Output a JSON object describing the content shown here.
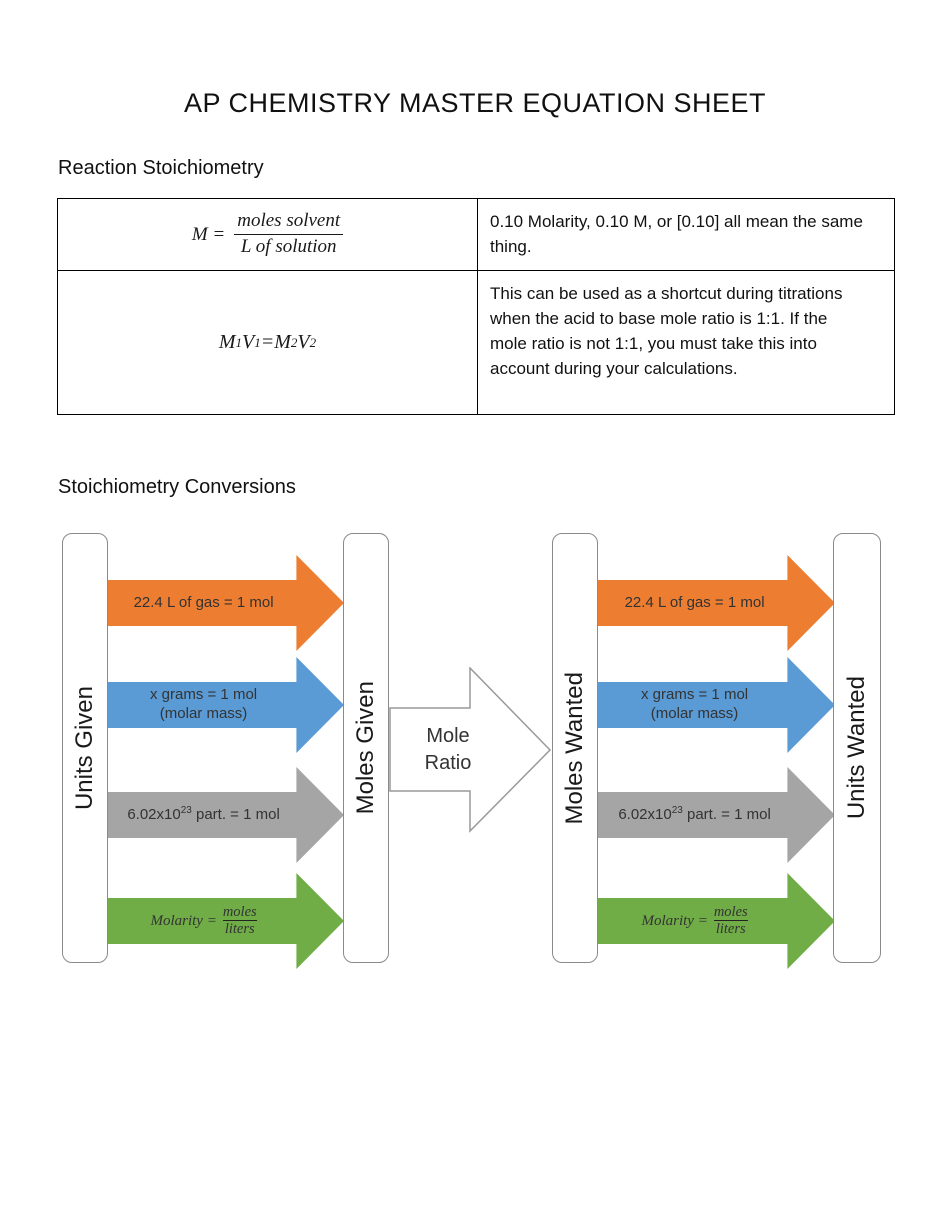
{
  "title": "AP CHEMISTRY MASTER EQUATION SHEET",
  "reaction_stoichiometry": {
    "heading": "Reaction Stoichiometry",
    "rows": [
      {
        "eq_lhs": "M =",
        "eq_num": "moles solvent",
        "eq_den": "L of solution",
        "description": "0.10 Molarity, 0.10 M, or [0.10] all mean the same thing."
      },
      {
        "eq_parts": [
          "M",
          "1",
          "V",
          "1",
          " = ",
          "M",
          "2",
          "V",
          "2"
        ],
        "description": "This can be used as a shortcut during titrations when the acid to base mole ratio is 1:1. If the mole ratio is not 1:1, you must take this into account during your calculations."
      }
    ]
  },
  "conversions": {
    "heading": "Stoichiometry Conversions",
    "bars": {
      "units_given": "Units Given",
      "moles_given": "Moles Given",
      "moles_wanted": "Moles Wanted",
      "units_wanted": "Units Wanted"
    },
    "mole_ratio": {
      "line1": "Mole",
      "line2": "Ratio"
    },
    "arrows": {
      "gas": {
        "label": "22.4 L of gas = 1 mol",
        "color": "#ED7D31"
      },
      "grams": {
        "line1": "x grams = 1 mol",
        "line2": "(molar mass)",
        "color": "#5B9BD5"
      },
      "particles": {
        "base": "6.02x10",
        "exponent": "23",
        "suffix": " part. = 1 mol",
        "color": "#A5A5A5"
      },
      "molarity": {
        "lhs": "Molarity =",
        "numerator": "moles",
        "denominator": "liters",
        "color": "#70AD47"
      }
    },
    "colors": {
      "arrow_text": "#333333",
      "bar_border": "#8A8A8A",
      "mole_ratio_outline": "#999999"
    }
  }
}
